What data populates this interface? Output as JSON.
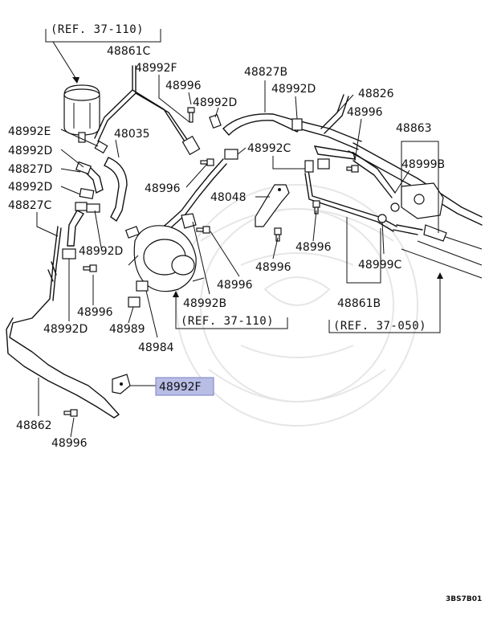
{
  "refs": {
    "top": "(REF. 37-110)",
    "pump": "(REF. 37-110)",
    "rack": "(REF. 37-050)"
  },
  "labels": {
    "p48861C": "48861C",
    "p48992F_top": "48992F",
    "p48996_a": "48996",
    "p48992D_a": "48992D",
    "p48827B": "48827B",
    "p48992D_b": "48992D",
    "p48826": "48826",
    "p48996_b": "48996",
    "p48863": "48863",
    "p48992E": "48992E",
    "p48035": "48035",
    "p48992D_c": "48992D",
    "p48992C": "48992C",
    "p48999B": "48999B",
    "p48827D": "48827D",
    "p48996_c": "48996",
    "p48992D_d": "48992D",
    "p48048": "48048",
    "p48827C": "48827C",
    "p48996_d": "48996",
    "p48992D_e": "48992D",
    "p48996_e": "48996",
    "p48999C": "48999C",
    "p48996_f": "48996",
    "p48861B": "48861B",
    "p48996_g": "48996",
    "p48992B": "48992B",
    "p48992D_f": "48992D",
    "p48989": "48989",
    "p48984": "48984",
    "p48992F_hl": "48992F",
    "p48862": "48862",
    "p48996_h": "48996"
  },
  "highlight_color": "#b8bde6",
  "diagram_code": "3BS7B01"
}
